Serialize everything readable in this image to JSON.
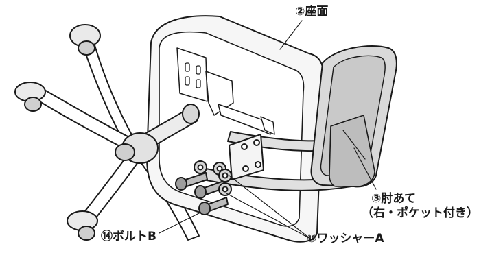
{
  "labels": {
    "seat": "②座面",
    "armrest_line1": "③肘あて",
    "armrest_line2": "（右・ポケット付き）",
    "bolt": "⑭ボルトB",
    "washer": "⑩ワッシャーA"
  }
}
